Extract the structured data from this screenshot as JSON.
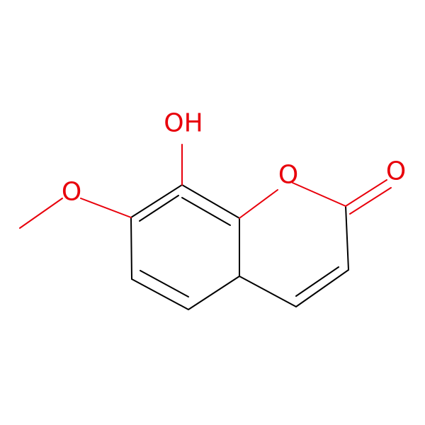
{
  "molecule": {
    "atoms": {
      "hydroxyl_o": {
        "label": "OH"
      },
      "methoxy_o": {
        "label": "O"
      },
      "ring_o": {
        "label": "O"
      },
      "carbonyl_o": {
        "label": "O"
      }
    },
    "colors": {
      "bond": "#000000",
      "oxygen": "#e8000b",
      "background": "#ffffff"
    }
  }
}
